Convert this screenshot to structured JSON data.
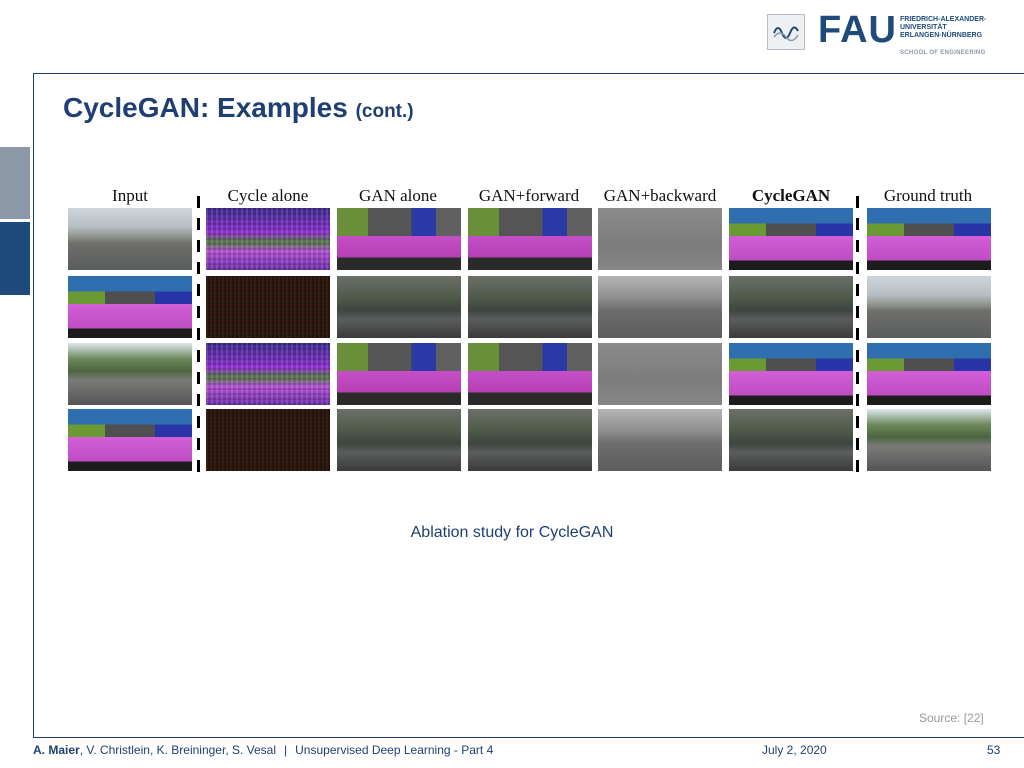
{
  "slide": {
    "title": "CycleGAN: Examples",
    "title_suffix": "(cont.)",
    "caption": "Ablation study for CycleGAN",
    "source": "Source: [22]"
  },
  "logo": {
    "letters": "FAU",
    "line1": "FRIEDRICH-ALEXANDER-",
    "line2": "UNIVERSITÄT",
    "line3": "ERLANGEN-NÜRNBERG",
    "school": "SCHOOL OF ENGINEERING"
  },
  "figure": {
    "columns": [
      "Input",
      "Cycle alone",
      "GAN alone",
      "GAN+forward",
      "GAN+backward",
      "CycleGAN",
      "Ground truth"
    ]
  },
  "footer": {
    "author_bold": "A. Maier",
    "authors_rest": ", V. Christlein, K. Breininger, S. Vesal",
    "separator": "|",
    "course": "Unsupervised Deep Learning - Part 4",
    "date": "July 2, 2020",
    "page": "53"
  },
  "colors": {
    "accent": "#1f3f73",
    "side_tab_light": "#8c98a6",
    "side_tab_dark": "#1f4a7c"
  }
}
